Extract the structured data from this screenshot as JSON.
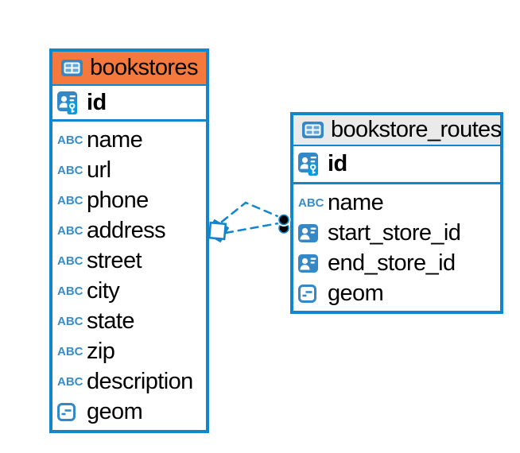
{
  "diagram": {
    "tables": [
      {
        "name": "bookstores",
        "header_style": "highlighted-orange",
        "columns": [
          {
            "name": "id",
            "type_icon": "primary-key"
          },
          {
            "name": "name",
            "type_icon": "varchar"
          },
          {
            "name": "url",
            "type_icon": "varchar"
          },
          {
            "name": "phone",
            "type_icon": "varchar"
          },
          {
            "name": "address",
            "type_icon": "varchar"
          },
          {
            "name": "street",
            "type_icon": "varchar"
          },
          {
            "name": "city",
            "type_icon": "varchar"
          },
          {
            "name": "state",
            "type_icon": "varchar"
          },
          {
            "name": "zip",
            "type_icon": "varchar"
          },
          {
            "name": "description",
            "type_icon": "varchar"
          },
          {
            "name": "geom",
            "type_icon": "geometry"
          }
        ]
      },
      {
        "name": "bookstore_routes",
        "header_style": "plain-gray",
        "columns": [
          {
            "name": "id",
            "type_icon": "primary-key"
          },
          {
            "name": "name",
            "type_icon": "varchar"
          },
          {
            "name": "start_store_id",
            "type_icon": "foreign-key"
          },
          {
            "name": "end_store_id",
            "type_icon": "foreign-key"
          },
          {
            "name": "geom",
            "type_icon": "geometry"
          }
        ]
      }
    ],
    "relationships": [
      {
        "between": [
          "bookstore_routes",
          "bookstores"
        ],
        "style": "dashed",
        "shape": "elbow"
      },
      {
        "between": [
          "bookstore_routes",
          "bookstores"
        ],
        "style": "dashed",
        "shape": "straight"
      }
    ]
  },
  "icons": {
    "varchar_label": "ABC"
  },
  "colors": {
    "table_border": "#1285cc",
    "bookstores_header": "#f5793c",
    "routes_header": "#eaeaea",
    "icon_blue": "#3488c8",
    "key_badge_blue": "#0d9bd8",
    "relation_line": "#1285cc",
    "text": "#000000",
    "background": "#ffffff"
  }
}
